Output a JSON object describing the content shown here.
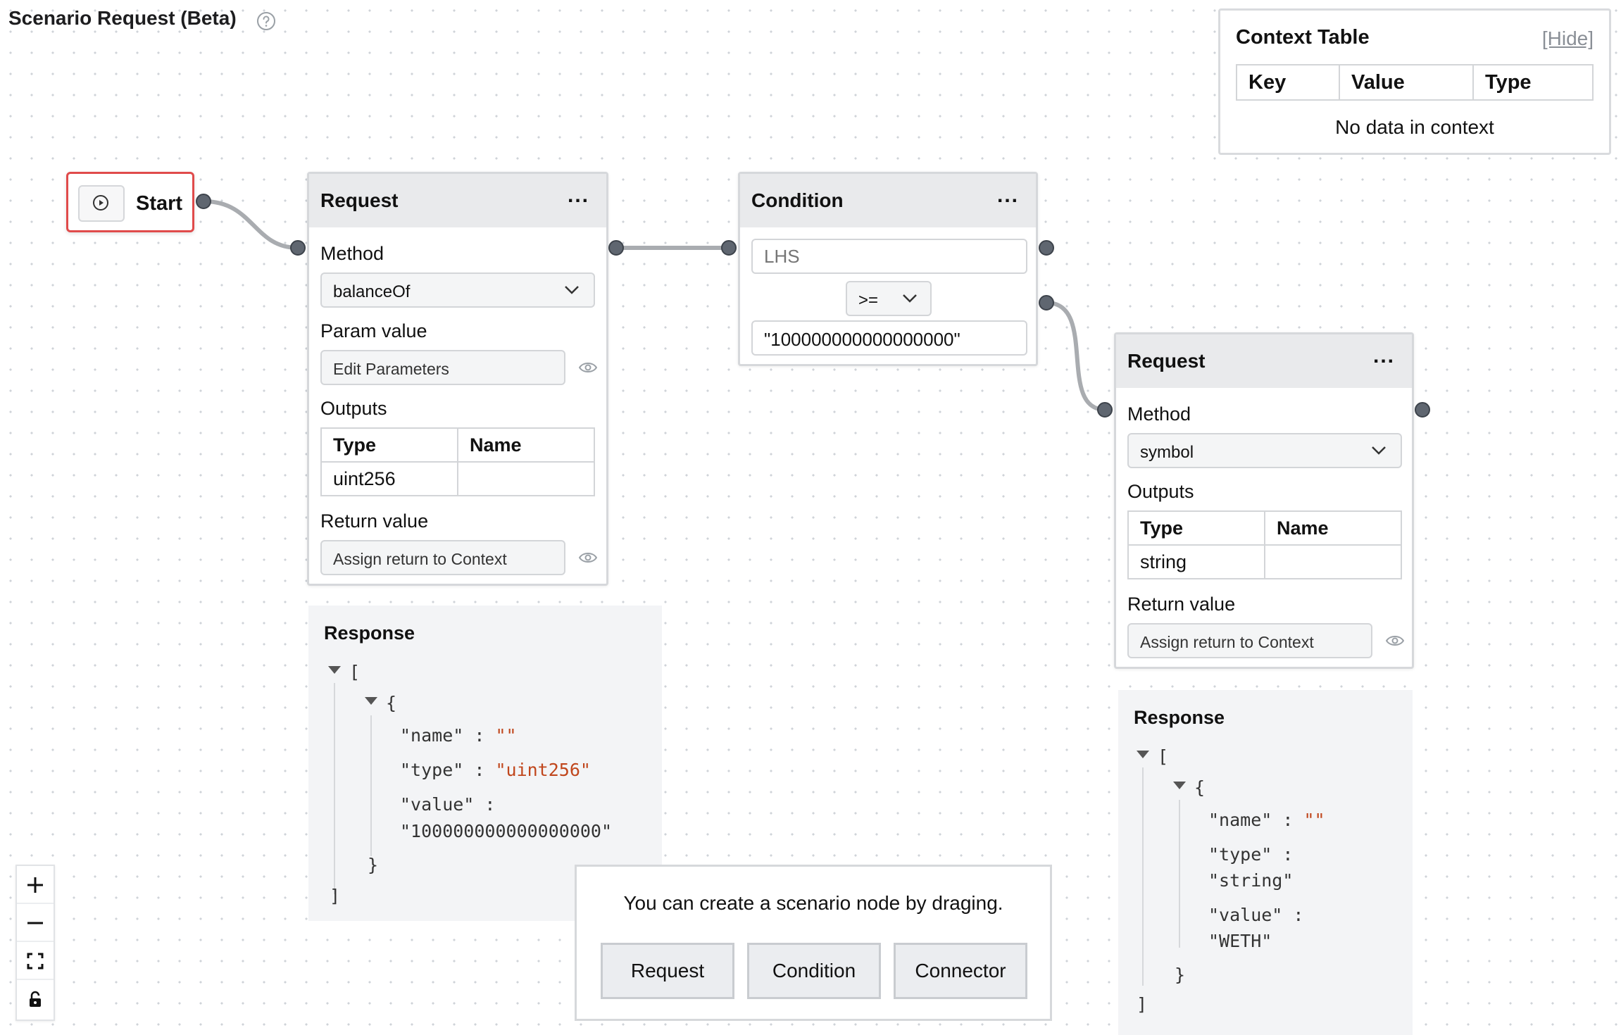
{
  "page": {
    "title": "Scenario Request (Beta)"
  },
  "context_table": {
    "title": "Context Table",
    "hide_label": "[Hide]",
    "columns": [
      "Key",
      "Value",
      "Type"
    ],
    "empty_text": "No data in context"
  },
  "start_node": {
    "label": "Start"
  },
  "request1": {
    "title": "Request",
    "menu": "...",
    "method_label": "Method",
    "method_value": "balanceOf",
    "param_label": "Param value",
    "param_placeholder": "Edit Parameters",
    "outputs_label": "Outputs",
    "outputs_columns": [
      "Type",
      "Name"
    ],
    "outputs_rows": [
      {
        "type": "uint256",
        "name": ""
      }
    ],
    "return_label": "Return value",
    "return_placeholder": "Assign return to Context"
  },
  "condition": {
    "title": "Condition",
    "menu": "...",
    "lhs_placeholder": "LHS",
    "operator": ">=",
    "rhs_value": "\"100000000000000000\""
  },
  "request2": {
    "title": "Request",
    "menu": "...",
    "method_label": "Method",
    "method_value": "symbol",
    "outputs_label": "Outputs",
    "outputs_columns": [
      "Type",
      "Name"
    ],
    "outputs_rows": [
      {
        "type": "string",
        "name": ""
      }
    ],
    "return_label": "Return value",
    "return_placeholder": "Assign return to Context"
  },
  "response1": {
    "title": "Response",
    "open_bracket": "[",
    "close_bracket": "]",
    "open_brace": "{",
    "close_brace": "}",
    "name_key": "\"name\" : ",
    "name_value": "\"\"",
    "type_key": "\"type\" : ",
    "type_value": "\"uint256\"",
    "value_key": "\"value\" :",
    "value_value": "\"100000000000000000\""
  },
  "response2": {
    "title": "Response",
    "open_bracket": "[",
    "close_bracket": "]",
    "open_brace": "{",
    "close_brace": "}",
    "name_key": "\"name\" : ",
    "name_value": "\"\"",
    "type_key": "\"type\" :",
    "type_value": "\"string\"",
    "value_key": "\"value\" :",
    "value_value": "\"WETH\""
  },
  "palette": {
    "hint": "You can create a scenario node by draging.",
    "buttons": [
      "Request",
      "Condition",
      "Connector"
    ]
  },
  "zoom_controls": {
    "icons": [
      "plus-icon",
      "minus-icon",
      "fit-view-icon",
      "lock-icon"
    ]
  },
  "colors": {
    "start_border": "#e04b4b",
    "json_string": "#c0461c",
    "edge": "#a9acb0",
    "handle": "#5f6670"
  }
}
